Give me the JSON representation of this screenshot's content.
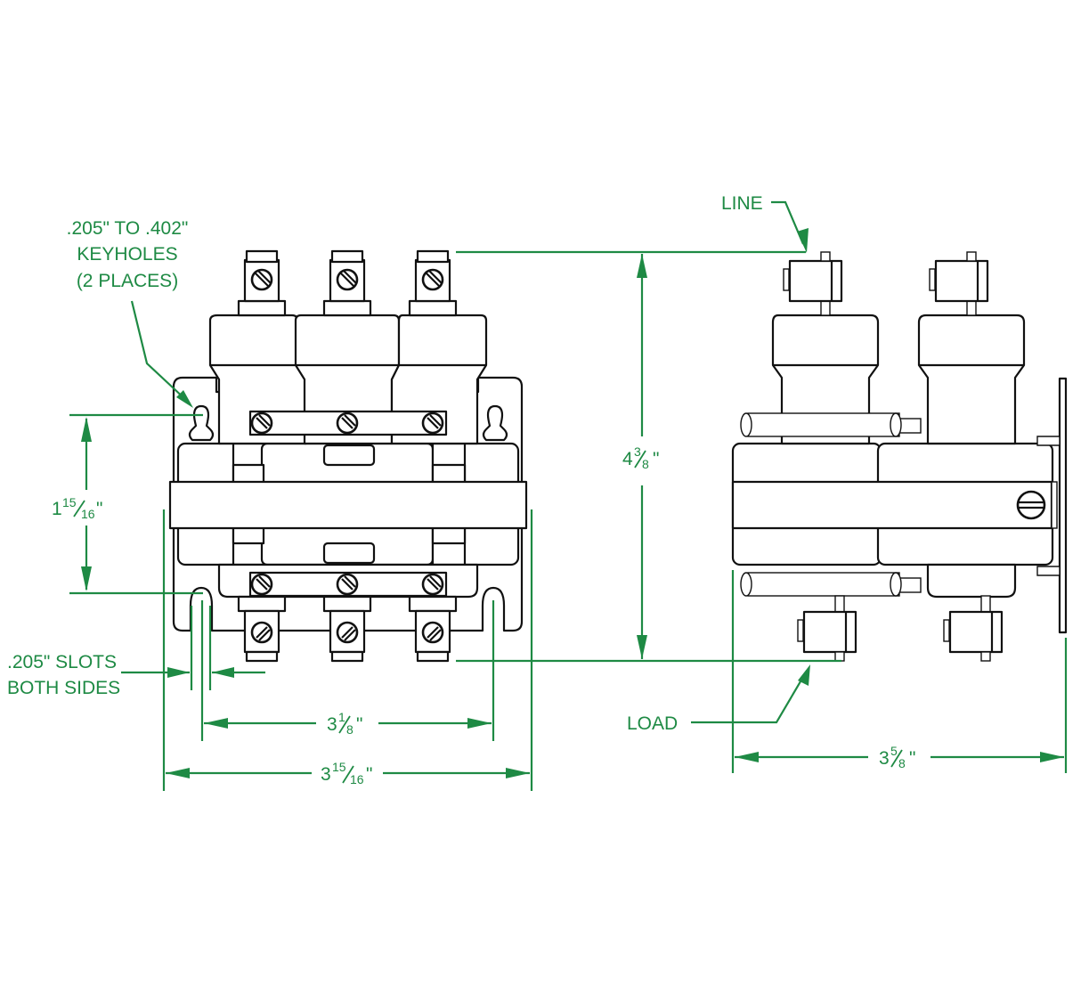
{
  "drawing": {
    "title": "Contactor mounting dimensions",
    "line_color": "#111111",
    "dimension_color": "#1e8a44",
    "views": [
      "front-view",
      "side-view"
    ]
  },
  "annotations": {
    "keyholes": {
      "line1": ".205\" TO .402\"",
      "line2": "KEYHOLES",
      "line3": "(2 PLACES)"
    },
    "slots": {
      "line1": ".205\" SLOTS",
      "line2": "BOTH SIDES"
    },
    "line_terminal": "LINE",
    "load_terminal": "LOAD"
  },
  "dimensions": {
    "keyhole_spacing": {
      "whole": "1",
      "num": "15",
      "den": "16",
      "unit": "\"",
      "inches": 1.9375
    },
    "slot_spacing": {
      "whole": "3",
      "num": "1",
      "den": "8",
      "unit": "\"",
      "inches": 3.125
    },
    "overall_width": {
      "whole": "3",
      "num": "15",
      "den": "16",
      "unit": "\"",
      "inches": 3.9375
    },
    "overall_height": {
      "whole": "4",
      "num": "3",
      "den": "8",
      "unit": "\"",
      "inches": 4.375
    },
    "overall_depth": {
      "whole": "3",
      "num": "5",
      "den": "8",
      "unit": "\"",
      "inches": 3.625
    }
  }
}
